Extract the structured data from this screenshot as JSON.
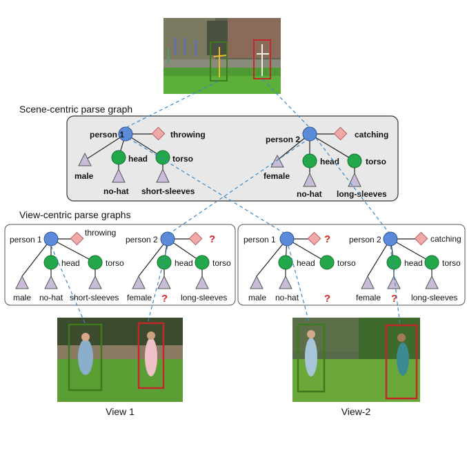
{
  "section_titles": {
    "scene_centric": "Scene-centric parse graph",
    "view_centric": "View-centric parse graphs"
  },
  "view_captions": {
    "view1": "View 1",
    "view2": "View-2"
  },
  "scene_graph": {
    "person1": {
      "label": "person 1",
      "action": "throwing",
      "gender": "male",
      "head": "head",
      "head_attr": "no-hat",
      "torso": "torso",
      "torso_attr": "short-sleeves"
    },
    "person2": {
      "label": "person 2",
      "action": "catching",
      "gender": "female",
      "head": "head",
      "head_attr": "no-hat",
      "torso": "torso",
      "torso_attr": "long-sleeves"
    }
  },
  "view1_graph": {
    "person1": {
      "label": "person 1",
      "action": "throwing",
      "gender": "male",
      "head": "head",
      "head_attr": "no-hat",
      "torso": "torso",
      "torso_attr": "short-sleeves"
    },
    "person2": {
      "label": "person 2",
      "action": "?",
      "gender": "female",
      "head": "head",
      "head_attr": "?",
      "torso": "torso",
      "torso_attr": "long-sleeves"
    }
  },
  "view2_graph": {
    "person1": {
      "label": "person 1",
      "action": "?",
      "gender": "male",
      "head": "head",
      "head_attr": "no-hat",
      "torso": "torso",
      "torso_attr": "?"
    },
    "person2": {
      "label": "person 2",
      "action": "catching",
      "gender": "female",
      "head": "head",
      "head_attr": "?",
      "torso": "torso",
      "torso_attr": "long-sleeves"
    }
  },
  "unknown_marker": "?",
  "colors": {
    "person_node": "#5b8bd8",
    "part_node": "#22a84a",
    "attribute_node": "#c8bcd8",
    "action_node": "#f0a8a8",
    "box_fill": "#e8e8e8",
    "dashed_link": "#3a86c8",
    "unknown_mark": "#e02020",
    "person1_box": "#3d7a1e",
    "person2_box": "#c0282b"
  },
  "icons": {
    "person_node": "blue-circle",
    "part_node": "green-circle",
    "attribute_node": "purple-triangle",
    "action_node": "pink-diamond"
  }
}
